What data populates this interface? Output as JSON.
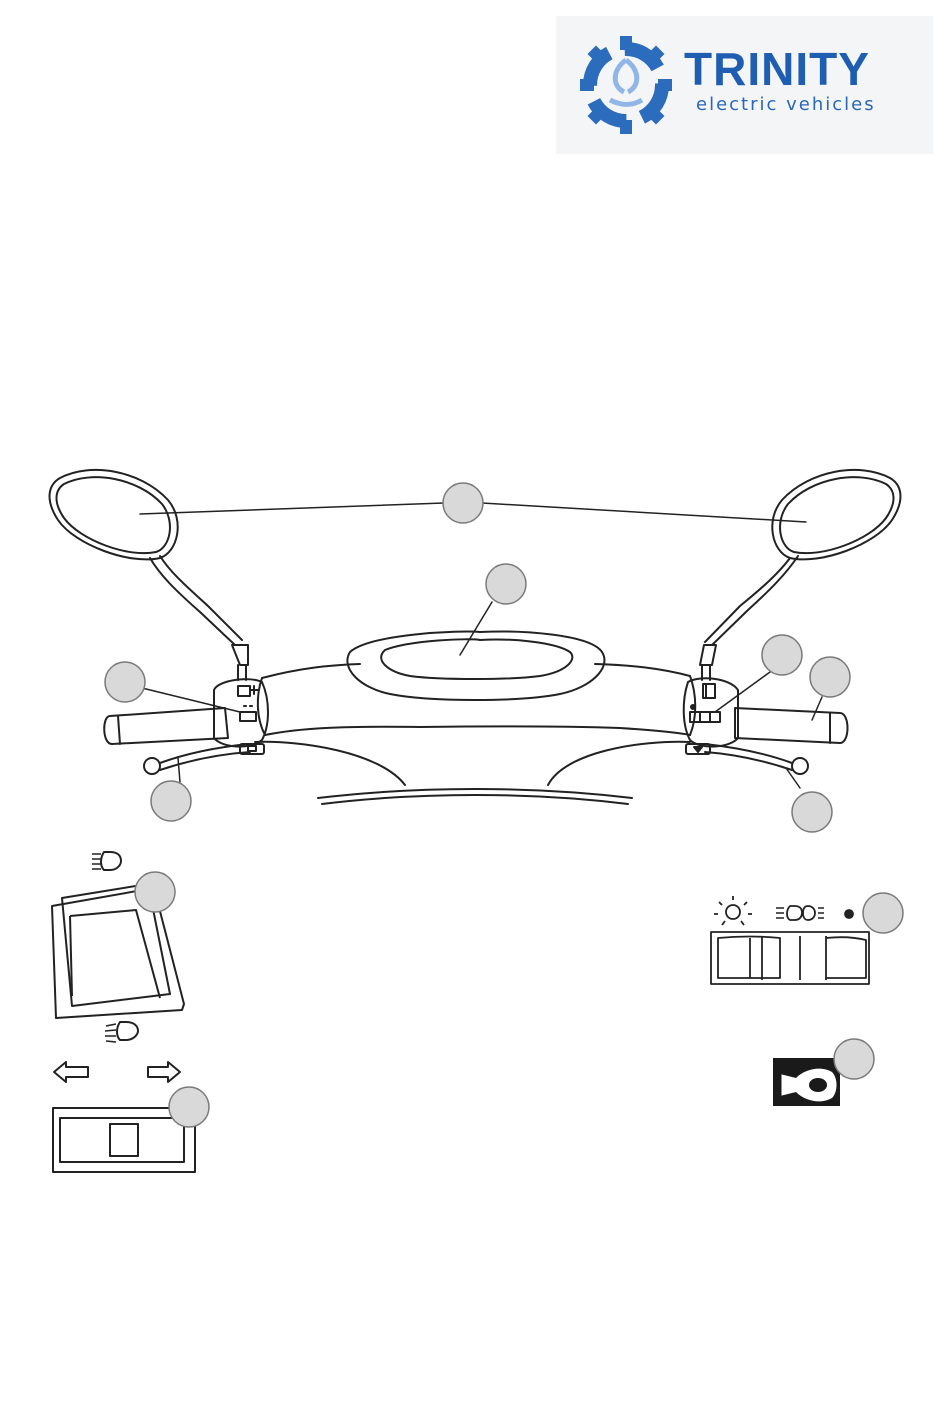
{
  "logo": {
    "title": "TRINITY",
    "subtitle": "electric vehicles",
    "brand_color": "#1f5db0",
    "icon": "gear-tri-icon"
  },
  "colors": {
    "line": "#222222",
    "callout_fill": "#d9d9d9",
    "callout_stroke": "#7a7a7a",
    "horn_bg": "#1a1a1a"
  },
  "icons": [
    "high-beam-icon",
    "low-beam-icon",
    "turn-left-arrow-icon",
    "turn-right-arrow-icon",
    "headlight-switch-icons",
    "horn-icon"
  ]
}
